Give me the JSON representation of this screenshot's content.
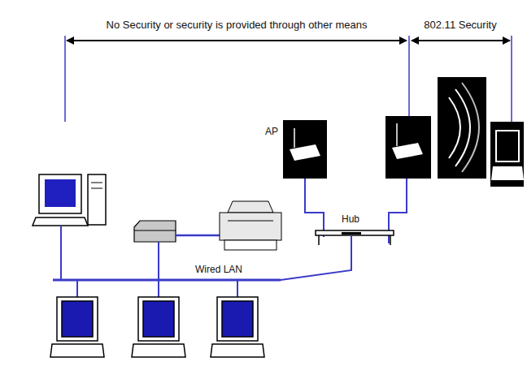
{
  "diagram": {
    "labels": [
      "No Security or security is provided through other means",
      "802.11 Security",
      "AP",
      "Hub",
      "Wired LAN"
    ]
  }
}
